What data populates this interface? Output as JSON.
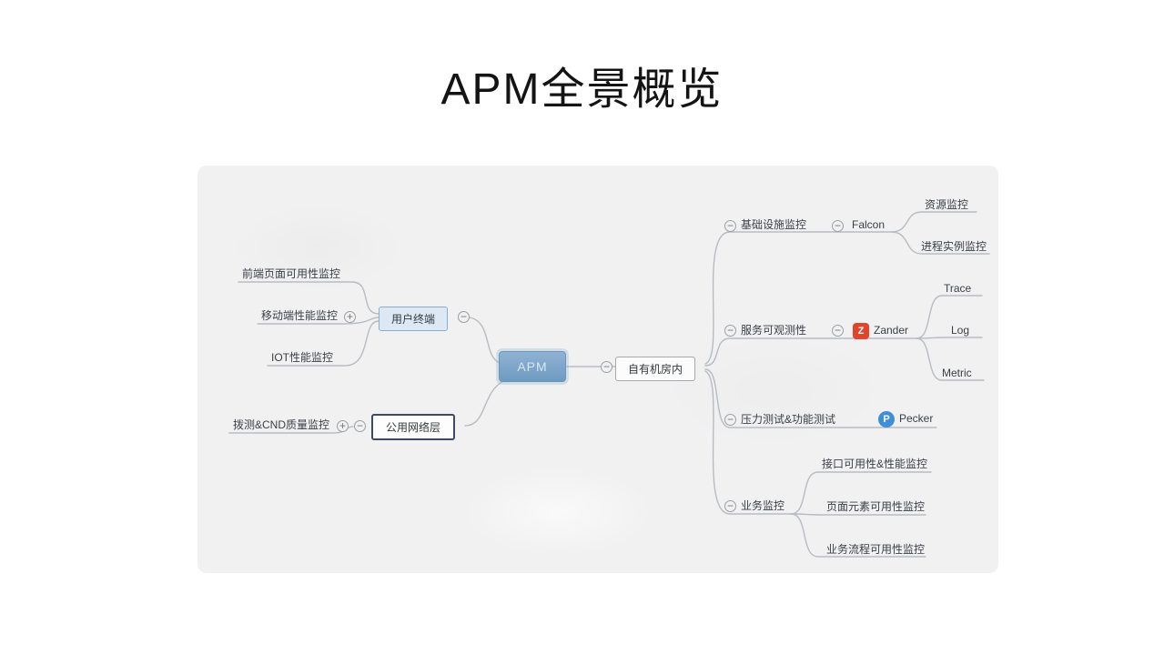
{
  "slide": {
    "title": "APM全景概览"
  },
  "icons": {
    "collapse_glyph": "−",
    "expand_glyph": "+",
    "zander_logo_letter": "Z",
    "pecker_logo_letter": "P"
  },
  "colors": {
    "root_bg": "#7aa5c8",
    "user_terminal_bg": "#dce9f5",
    "public_network_border": "#3e4a64",
    "connector": "#b7bcc2",
    "zander_logo_bg": "#e2432d",
    "pecker_logo_bg": "#3f8fd6"
  },
  "mindmap": {
    "root": {
      "label": "APM"
    },
    "left": {
      "user_terminal": {
        "label": "用户终端",
        "children": [
          {
            "label": "前端页面可用性监控"
          },
          {
            "label": "移动端性能监控"
          },
          {
            "label": "IOT性能监控"
          }
        ]
      },
      "public_network": {
        "label": "公用网络层",
        "children": [
          {
            "label": "拨测&CND质量监控"
          }
        ]
      }
    },
    "right": {
      "own_idc": {
        "label": "自有机房内"
      },
      "branches": [
        {
          "label": "基础设施监控",
          "tool": {
            "name": "Falcon"
          },
          "children": [
            {
              "label": "资源监控"
            },
            {
              "label": "进程实例监控"
            }
          ]
        },
        {
          "label": "服务可观测性",
          "tool": {
            "name": "Zander"
          },
          "children": [
            {
              "label": "Trace"
            },
            {
              "label": "Log"
            },
            {
              "label": "Metric"
            }
          ]
        },
        {
          "label": "压力测试&功能测试",
          "tool": {
            "name": "Pecker"
          },
          "children": []
        },
        {
          "label": "业务监控",
          "children": [
            {
              "label": "接口可用性&性能监控"
            },
            {
              "label": "页面元素可用性监控"
            },
            {
              "label": "业务流程可用性监控"
            }
          ]
        }
      ]
    }
  }
}
